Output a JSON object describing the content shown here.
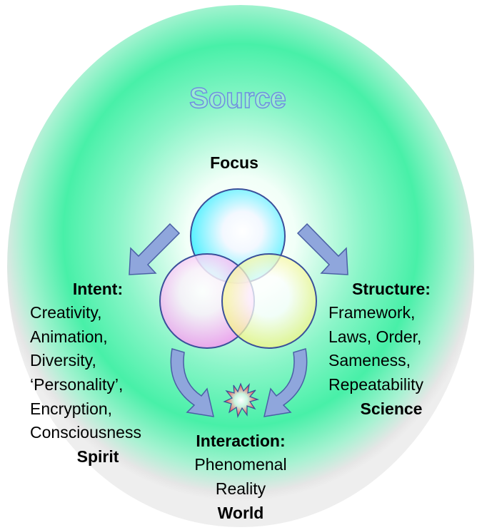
{
  "source": "Source",
  "focus": "Focus",
  "intent": {
    "title": "Intent:",
    "lines": [
      "Creativity,",
      "Animation,",
      "Diversity,",
      "‘Personality’,",
      "Encryption,",
      "Consciousness"
    ],
    "footer": "Spirit"
  },
  "structure": {
    "title": "Structure:",
    "lines": [
      "Framework,",
      "Laws, Order,",
      "Sameness,",
      "Repeatability"
    ],
    "footer": "Science"
  },
  "interaction": {
    "title": "Interaction:",
    "lines": [
      "Phenomenal",
      "Reality"
    ],
    "footer": "World"
  },
  "colors": {
    "arrow": "#8fa6dc",
    "arrow_stroke": "#4a5fa5",
    "ring": "#3ef0a8",
    "focus": "#40f0ff",
    "intent": "#f59af0",
    "structure": "#f2f26a"
  }
}
